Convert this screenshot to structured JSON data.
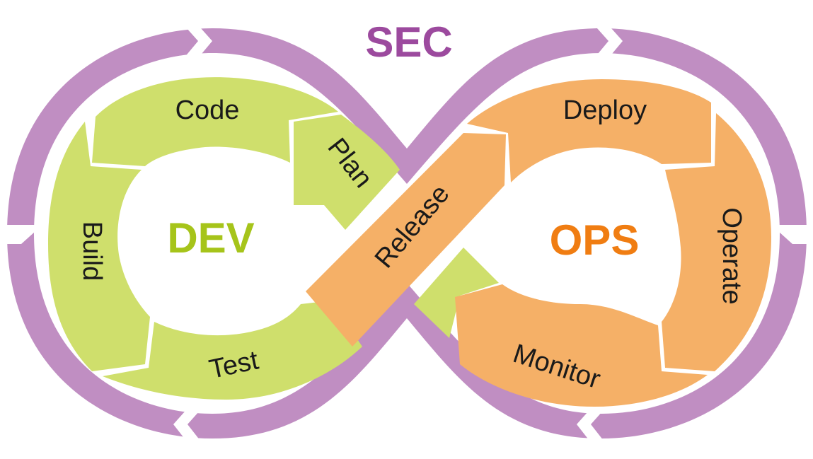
{
  "center": {
    "top": "SEC",
    "left": "DEV",
    "right": "OPS"
  },
  "stages": {
    "code": "Code",
    "plan": "Plan",
    "build": "Build",
    "test": "Test",
    "release": "Release",
    "deploy": "Deploy",
    "operate": "Operate",
    "monitor": "Monitor"
  },
  "colors": {
    "sec_ring": "#c08ec2",
    "sec_text": "#9c4a9e",
    "dev_fill": "#cfdf6c",
    "dev_text": "#a6c41a",
    "ops_fill": "#f5b067",
    "ops_text": "#f07d12",
    "label_text": "#1a1a1a",
    "gap": "#ffffff"
  }
}
